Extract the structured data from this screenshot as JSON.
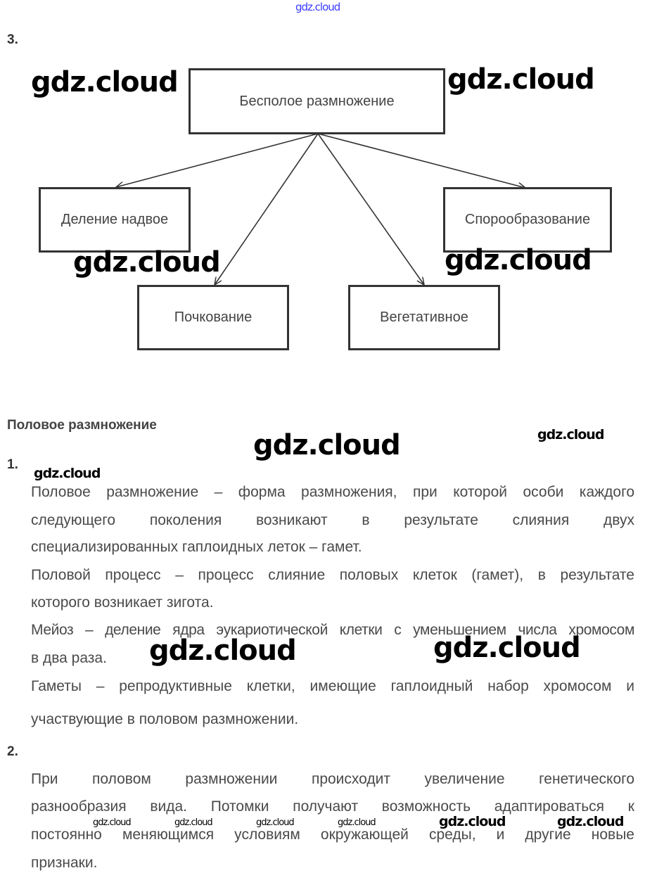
{
  "watermark": "gdz.cloud",
  "section3": {
    "number": "3.",
    "diagram": {
      "root": "Бесполое размножение",
      "children": [
        "Деление надвое",
        "Спорообразование",
        "Почкование",
        "Вегетативное"
      ]
    }
  },
  "sexual": {
    "heading": "Половое размножение",
    "q1": {
      "number": "1.",
      "lines": [
        "Половое размножение – форма размножения, при которой особи каждого",
        "следующего поколения возникают в результате слияния двух",
        "специализированных гаплоидных леток – гамет.",
        "Половой процесс – процесс слияние половых клеток (гамет), в результате",
        "которого возникает зигота.",
        "Мейоз – деление ядра эукариотической клетки с уменьшением числа хромосом",
        "в два раза.",
        "Гаметы – репродуктивные клетки, имеющие гаплоидный набор хромосом и",
        "участвующие в половом размножении."
      ]
    },
    "q2": {
      "number": "2.",
      "lines": [
        "При половом размножении происходит увеличение генетического",
        "разнообразия вида. Потомки получают возможность адаптироваться к",
        "постоянно меняющимся условиям окружающей среды, и другие новые",
        "признаки."
      ]
    }
  }
}
